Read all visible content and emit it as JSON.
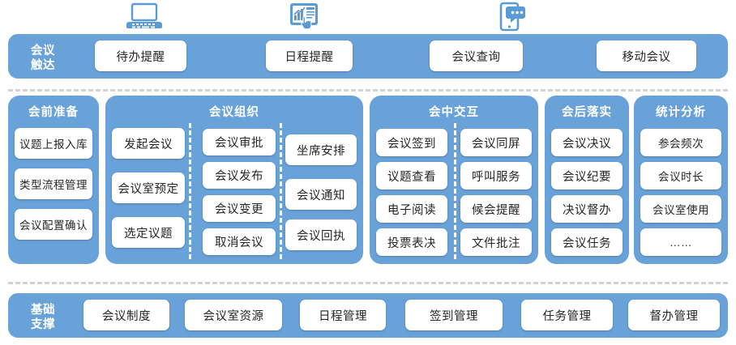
{
  "top_icons": [
    {
      "name": "laptop-icon",
      "label": "laptop"
    },
    {
      "name": "tablet-chart-touch-icon",
      "label": "tablet-with-chart-and-touch"
    },
    {
      "name": "smartphone-message-icon",
      "label": "smartphone-with-chat-bubble"
    }
  ],
  "reach_band": {
    "label": "会议\n触达",
    "items": [
      {
        "label": "待办提醒"
      },
      {
        "label": "日程提醒"
      },
      {
        "label": "会议查询"
      },
      {
        "label": "移动会议"
      }
    ]
  },
  "groups": [
    {
      "title": "会前准备",
      "columns": [
        {
          "items": [
            {
              "label": "议题上报入库"
            },
            {
              "label": "类型流程管理"
            },
            {
              "label": "会议配置确认"
            }
          ]
        }
      ]
    },
    {
      "title": "会议组织",
      "columns": [
        {
          "items": [
            {
              "label": "发起会议"
            },
            {
              "label": "会议室预定"
            },
            {
              "label": "选定议题"
            }
          ]
        },
        {
          "items": [
            {
              "label": "会议审批"
            },
            {
              "label": "会议发布"
            },
            {
              "label": "会议变更"
            },
            {
              "label": "取消会议"
            }
          ]
        },
        {
          "items": [
            {
              "label": "坐席安排"
            },
            {
              "label": "会议通知"
            },
            {
              "label": "会议回执"
            }
          ]
        }
      ]
    },
    {
      "title": "会中交互",
      "columns": [
        {
          "items": [
            {
              "label": "会议签到"
            },
            {
              "label": "议题查看"
            },
            {
              "label": "电子阅读"
            },
            {
              "label": "投票表决"
            }
          ]
        },
        {
          "items": [
            {
              "label": "会议同屏"
            },
            {
              "label": "呼叫服务"
            },
            {
              "label": "候会提醒"
            },
            {
              "label": "文件批注"
            }
          ]
        }
      ]
    },
    {
      "title": "会后落实",
      "columns": [
        {
          "items": [
            {
              "label": "会议决议"
            },
            {
              "label": "会议纪要"
            },
            {
              "label": "决议督办"
            },
            {
              "label": "会议任务"
            }
          ]
        }
      ]
    },
    {
      "title": "统计分析",
      "columns": [
        {
          "items": [
            {
              "label": "参会频次"
            },
            {
              "label": "会议时长"
            },
            {
              "label": "会议室使用"
            },
            {
              "label": "……"
            }
          ]
        }
      ]
    }
  ],
  "support_band": {
    "label": "基础\n支撑",
    "items": [
      {
        "label": "会议制度"
      },
      {
        "label": "会议室资源"
      },
      {
        "label": "日程管理"
      },
      {
        "label": "签到管理"
      },
      {
        "label": "任务管理"
      },
      {
        "label": "督办管理"
      }
    ]
  },
  "colors": {
    "blue": "#68a2d8",
    "card": "#ffffff",
    "text": "#262626",
    "dash": "#d3d3d3",
    "white_dash": "#ffffff"
  }
}
